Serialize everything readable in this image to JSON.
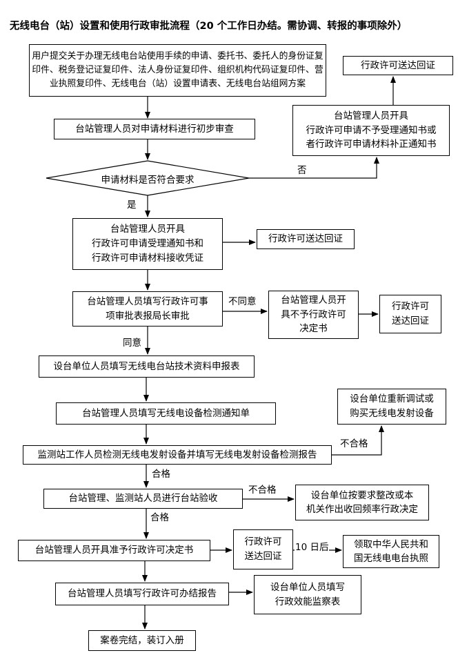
{
  "title": "无线电台（站）设置和使用行政审批流程（20 个工作日办结。需协调、转报的事项除外）",
  "boxes": {
    "user_submit": {
      "text": [
        "用户提交关于办理无线电台站使用手续的申请、委托书、委托人的身份证复",
        "印件、税务登记证复印件、法人身份证复印件、组织机构代码证复印件、营",
        "业执照复印件、无线电台（站）设置申请表、无线电台站组网方案"
      ]
    },
    "delivery_receipt_top": {
      "text": "行政许可送达回证"
    },
    "preliminary_review": {
      "text": "台站管理人员对申请材料进行初步审查"
    },
    "rejection_notice": {
      "text": [
        "台站管理人员开具",
        "行政许可申请不予受理通知书或",
        "者行政许可申请材料补正通知书"
      ]
    },
    "accept_notice": {
      "text": [
        "台站管理人员开具",
        "行政许可申请受理通知书和",
        "行政许可申请材料接收凭证"
      ]
    },
    "delivery_receipt_2": {
      "text": "行政许可送达回证"
    },
    "approval_form": {
      "text": [
        "台站管理人员填写行政许可事",
        "项审批表报局长审批"
      ]
    },
    "deny_decision": {
      "text": [
        "台站管理人员开",
        "具不予行政许可",
        "决定书"
      ]
    },
    "delivery_receipt_3": {
      "text": [
        "行政许可",
        "送达回证"
      ]
    },
    "tech_data_form": {
      "text": "设台单位人员填写无线电台站技术资料申报表"
    },
    "detection_notice": {
      "text": "台站管理人员填写无线电设备检测通知单"
    },
    "re_debug_equipment": {
      "text": [
        "设台单位重新调试或",
        "购买无线电发射设备"
      ]
    },
    "detection_report": {
      "text": "监测站工作人员检测无线电发射设备并填写无线电发射设备检测报告"
    },
    "station_acceptance": {
      "text": "台站管理、监测站人员进行台站验收"
    },
    "rectify_or_revoke": {
      "text": [
        "设台单位按要求整改或本",
        "机关作出收回频率行政决定"
      ]
    },
    "grant_decision": {
      "text": "台站管理人员开具准予行政许可决定书"
    },
    "delivery_receipt_4": {
      "text": [
        "行政许可",
        "送达回证"
      ]
    },
    "license_pickup": {
      "text": [
        "领取中华人民共和",
        "国无线电电台执照"
      ]
    },
    "completion_report": {
      "text": "台站管理人员填写行政许可办结报告"
    },
    "efficiency_form": {
      "text": [
        "设台单位人员填写",
        "行政效能监察表"
      ]
    },
    "archive": {
      "text": "案卷完结，装订入册"
    }
  },
  "diamond": {
    "text": "申请材料是否符合要求"
  },
  "edge_labels": {
    "no": "否",
    "yes": "是",
    "disagree": "不同意",
    "agree": "同意",
    "fail_1": "不合格",
    "pass_1": "合格",
    "fail_2": "不合格",
    "pass_2": "合格",
    "after_10_days": "10 日后"
  },
  "colors": {
    "line": "#000000",
    "box_bg": "#ffffff",
    "text": "#000000"
  }
}
